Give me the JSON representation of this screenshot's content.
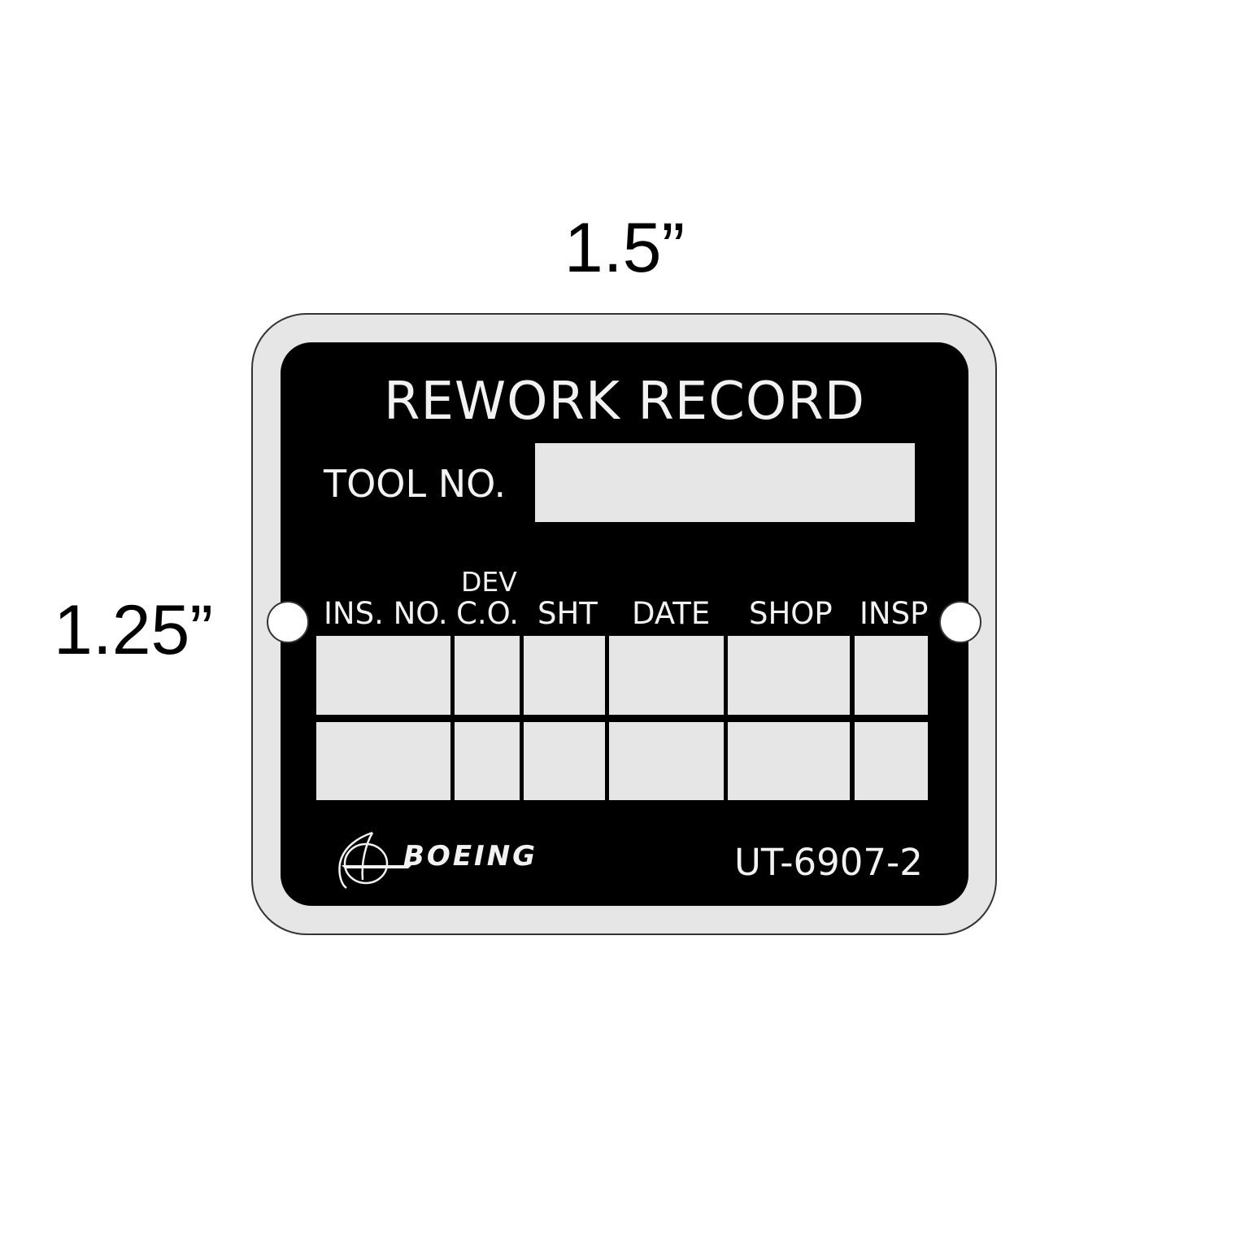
{
  "dimensions": {
    "width_label": "1.5”",
    "height_label": "1.25”"
  },
  "plate": {
    "title": "REWORK RECORD",
    "tool_label": "TOOL NO.",
    "tool_value": "",
    "columns": [
      {
        "top": "",
        "label": "INS. NO."
      },
      {
        "top": "DEV",
        "label": "C.O."
      },
      {
        "top": "",
        "label": "SHT"
      },
      {
        "top": "",
        "label": "DATE"
      },
      {
        "top": "",
        "label": "SHOP"
      },
      {
        "top": "",
        "label": "INSP"
      }
    ],
    "rows": [
      [
        "",
        "",
        "",
        "",
        "",
        ""
      ],
      [
        "",
        "",
        "",
        "",
        "",
        ""
      ]
    ],
    "logo_text": "BOEING",
    "part_number": "UT-6907-2",
    "colors": {
      "plate_border": "#e6e6e6",
      "plate_face": "#000000",
      "field_fill": "#e6e6e6",
      "text": "#f2f2f2"
    }
  }
}
